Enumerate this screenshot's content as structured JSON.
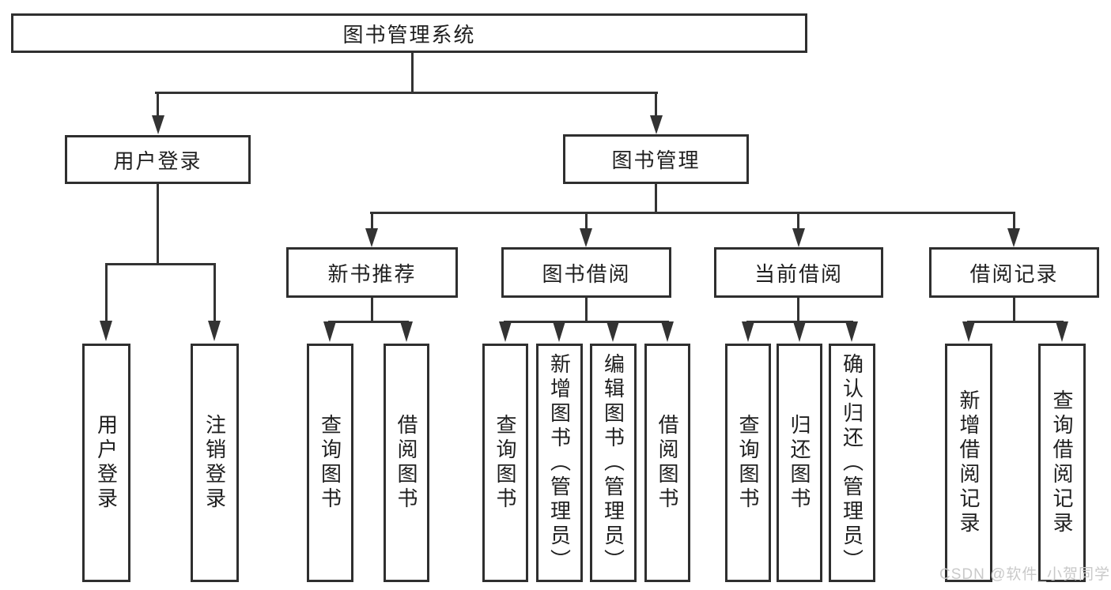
{
  "diagram": {
    "root": {
      "label": "图书管理系统"
    },
    "level2": [
      {
        "label": "用户登录"
      },
      {
        "label": "图书管理"
      }
    ],
    "level3": [
      {
        "label": "新书推荐"
      },
      {
        "label": "图书借阅"
      },
      {
        "label": "当前借阅"
      },
      {
        "label": "借阅记录"
      }
    ],
    "leaves": {
      "user_login": [
        {
          "label": "用户登录"
        },
        {
          "label": "注销登录"
        }
      ],
      "new_books": [
        {
          "label": "查询图书"
        },
        {
          "label": "借阅图书"
        }
      ],
      "book_borrow": [
        {
          "label": "查询图书"
        },
        {
          "label": "新增图书（管理员）"
        },
        {
          "label": "编辑图书（管理员）"
        },
        {
          "label": "借阅图书"
        }
      ],
      "current_borrow": [
        {
          "label": "查询图书"
        },
        {
          "label": "归还图书"
        },
        {
          "label": "确认归还（管理员）"
        }
      ],
      "borrow_records": [
        {
          "label": "新增借阅记录"
        },
        {
          "label": "查询借阅记录"
        }
      ]
    },
    "watermark": "CSDN @软件_小贺同学",
    "colors": {
      "line": "#333333",
      "box_border": "#2f2f2f",
      "box_fill": "#ffffff",
      "text": "#1f1f1f",
      "watermark": "#c9c9c9"
    }
  }
}
